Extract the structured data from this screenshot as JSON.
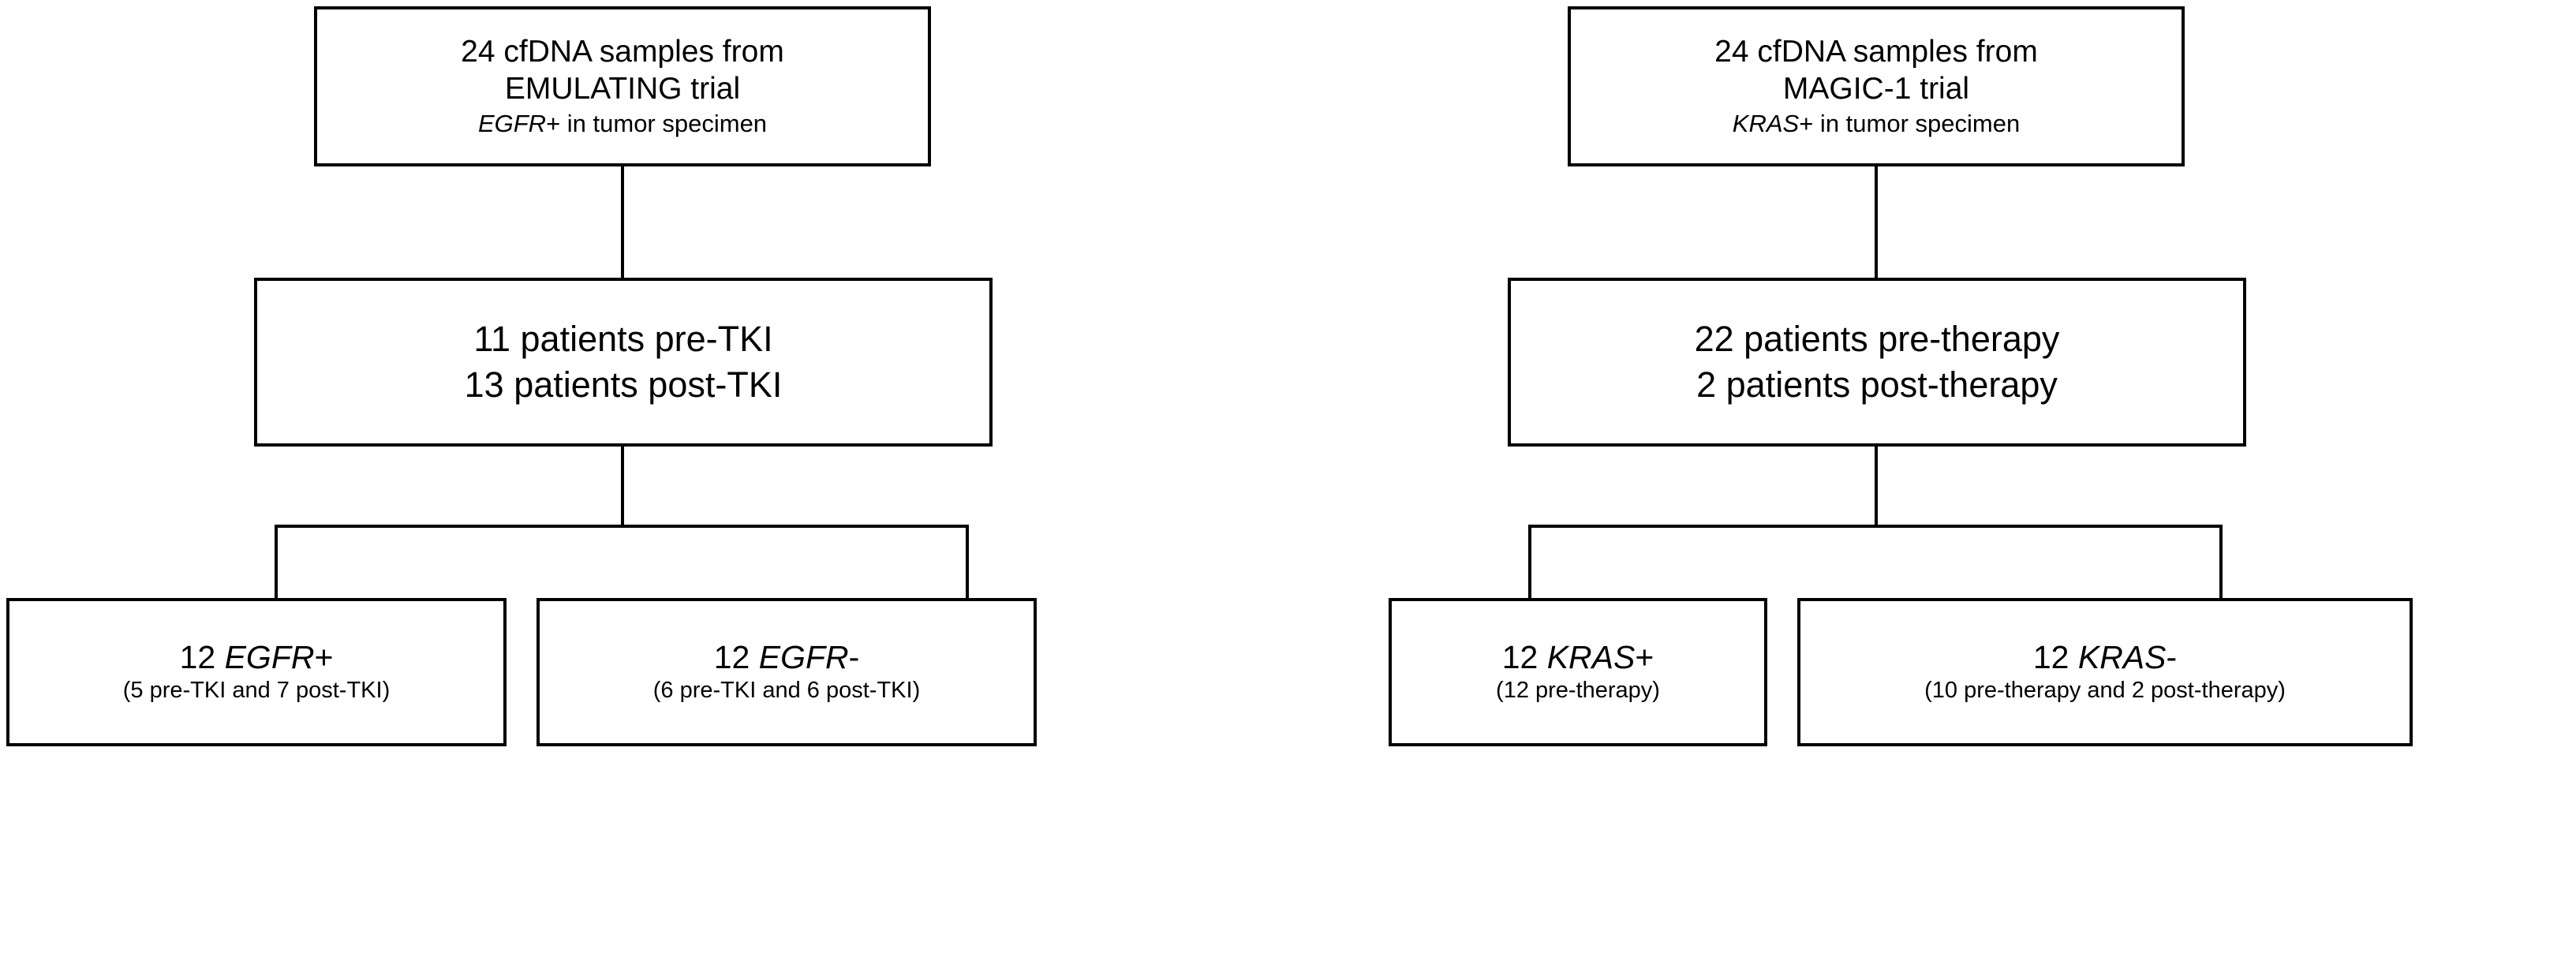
{
  "figure": {
    "type": "flowchart",
    "description": "Two parallel CONSORT-style sample flow diagrams for cfDNA samples from two clinical trials",
    "panels": [
      {
        "id": "emulating",
        "top": {
          "line1": "24 cfDNA samples from",
          "line2": "EMULATING trial",
          "line3_italic": "EGFR",
          "line3_rest": "+ in tumor specimen"
        },
        "middle": {
          "line1": "11 patients pre-TKI",
          "line2": "13 patients post-TKI"
        },
        "leaves": [
          {
            "count": "12",
            "gene": "EGFR",
            "sign": "+",
            "detail": "(5 pre-TKI and 7 post-TKI)"
          },
          {
            "count": "12",
            "gene": "EGFR",
            "sign": "-",
            "detail": "(6 pre-TKI and 6 post-TKI)"
          }
        ]
      },
      {
        "id": "magic-1",
        "top": {
          "line1": "24 cfDNA samples from",
          "line2": "MAGIC-1 trial",
          "line3_italic": "KRAS",
          "line3_rest": "+ in tumor specimen"
        },
        "middle": {
          "line1": "22 patients pre-therapy",
          "line2": "2 patients post-therapy"
        },
        "leaves": [
          {
            "count": "12",
            "gene": "KRAS",
            "sign": "+",
            "detail": "(12 pre-therapy)"
          },
          {
            "count": "12",
            "gene": "KRAS",
            "sign": "-",
            "detail": "(10 pre-therapy and 2 post-therapy)"
          }
        ]
      }
    ],
    "colors": {
      "background": "#ffffff",
      "stroke": "#000000",
      "text": "#000000"
    }
  }
}
